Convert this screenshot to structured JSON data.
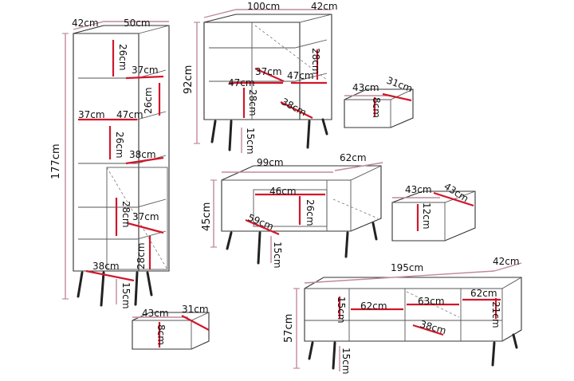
{
  "colors": {
    "outer_dimension": "#c08a9a",
    "inner_dimension": "#d1172b",
    "outline": "#333333"
  },
  "bookcase": {
    "depth": "42cm",
    "width": "50cm",
    "height": "177cm",
    "shelf_height_top": "26cm",
    "shelf_depth_top": "37cm",
    "shelf_height_mid": "26cm",
    "shelf_depth_mid": "37cm",
    "shelf_width_mid": "47cm",
    "shelf_height_lower": "26cm",
    "shelf_depth_lower": "38cm",
    "cabinet_height_a": "28cm",
    "cabinet_depth": "37cm",
    "cabinet_height_b": "28cm",
    "bottom_depth": "38cm",
    "leg_height": "15cm"
  },
  "bookcase_drawer": {
    "width": "43cm",
    "depth": "31cm",
    "height": "8cm"
  },
  "chest": {
    "width": "100cm",
    "depth": "42cm",
    "height": "92cm",
    "compartment_height": "28cm",
    "shelf_width_left": "47cm",
    "shelf_depth_left": "37cm",
    "shelf_width_right": "47cm",
    "lower_height": "28cm",
    "lower_depth": "38cm",
    "leg_height": "15cm"
  },
  "chest_drawer": {
    "width": "43cm",
    "depth": "31cm",
    "height": "8cm"
  },
  "coffee_table": {
    "width": "99cm",
    "depth": "62cm",
    "height": "45cm",
    "niche_width": "46cm",
    "niche_depth": "59cm",
    "niche_height": "26cm",
    "leg_height": "15cm"
  },
  "table_drawer": {
    "width": "43cm",
    "depth": "43cm",
    "height": "12cm"
  },
  "tv_stand": {
    "width": "195cm",
    "depth": "42cm",
    "height": "57cm",
    "compartment_height_left": "15cm",
    "compartment_width_left": "62cm",
    "compartment_width_mid": "63cm",
    "compartment_width_right": "62cm",
    "compartment_height_right": "21cm",
    "inner_depth": "38cm",
    "leg_height": "15cm"
  }
}
